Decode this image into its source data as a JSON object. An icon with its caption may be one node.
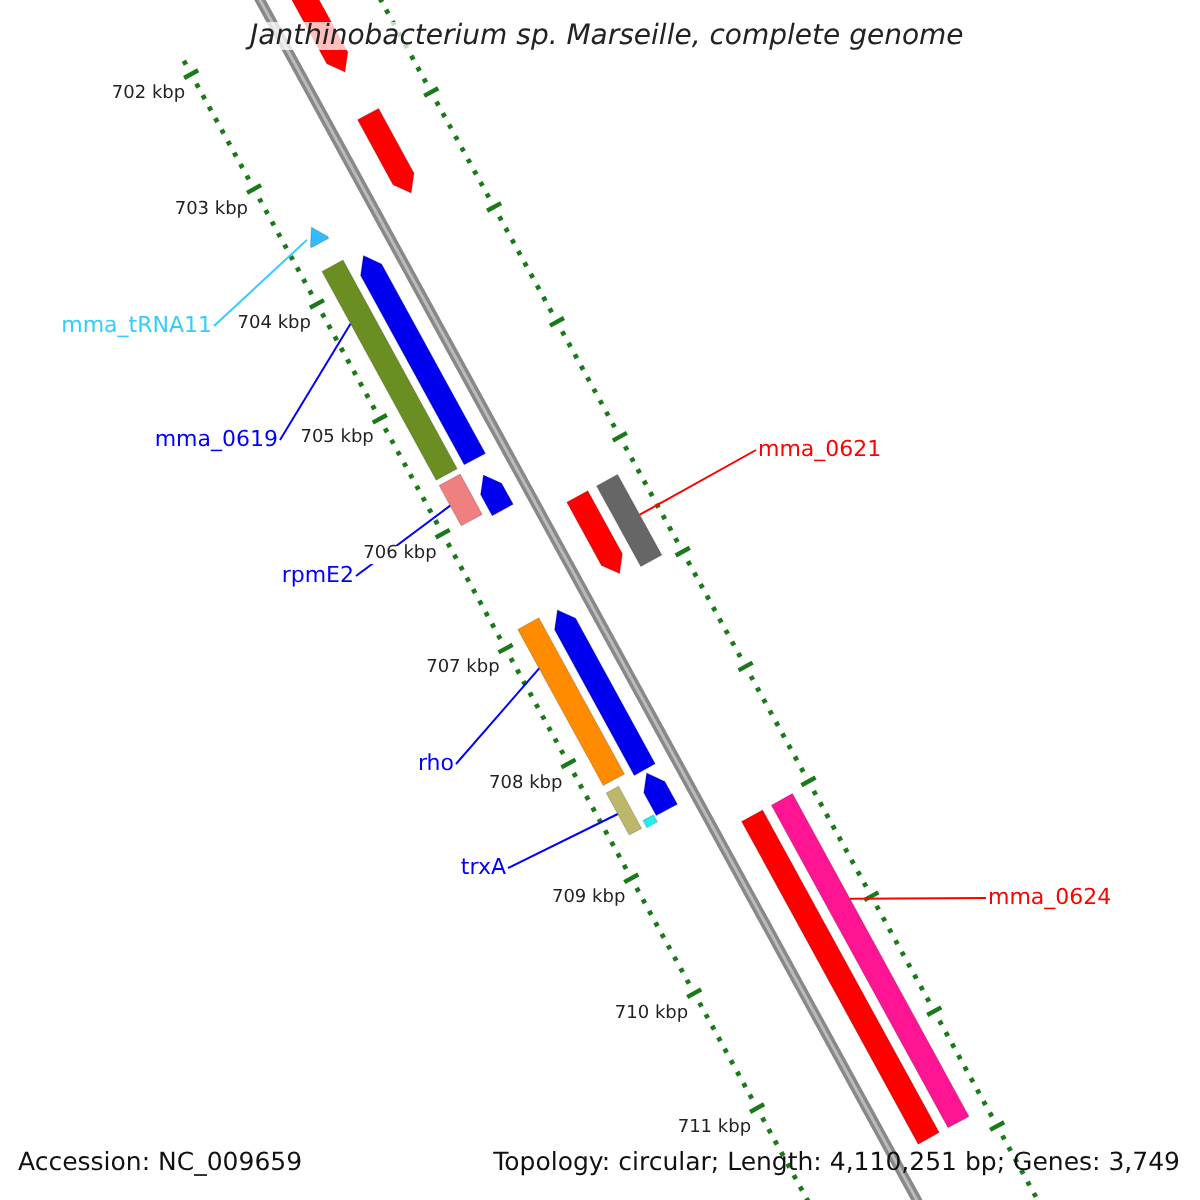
{
  "diagram": {
    "title": "Janthinobacterium sp. Marseille, complete genome",
    "nodes": [
      {
        "text": [
          "mma_tRNA11"
        ]
      },
      {
        "text": [],
        "shape": "triangle"
      },
      {
        "text": [
          "mma_0619"
        ]
      },
      {
        "text": [],
        "shape": "bar"
      },
      {
        "text": [
          "mma_0621"
        ]
      },
      {
        "text": [],
        "shape": "bar"
      },
      {
        "text": [
          "rpmE2"
        ]
      },
      {
        "text": [],
        "shape": "bar"
      },
      {
        "text": [
          "rho"
        ]
      },
      {
        "text": [],
        "shape": "bar"
      },
      {
        "text": [
          "trxA"
        ]
      },
      {
        "text": [],
        "shape": "bar"
      },
      {
        "text": [
          "mma_0624"
        ]
      },
      {
        "text": [],
        "shape": "bar"
      }
    ],
    "edges": [
      {
        "from": 0,
        "to": 1,
        "arrow": "none",
        "color": "#33ccff"
      },
      {
        "from": 2,
        "to": 3,
        "arrow": "none"
      },
      {
        "from": 4,
        "to": 5,
        "arrow": "none",
        "color": "#ff0000"
      },
      {
        "from": 6,
        "to": 7,
        "arrow": "none"
      },
      {
        "from": 8,
        "to": 9,
        "arrow": "none"
      },
      {
        "from": 10,
        "to": 11,
        "arrow": "none"
      },
      {
        "from": 12,
        "to": 13,
        "arrow": "none",
        "color": "#ff0000"
      }
    ],
    "labels": [
      "702 kbp",
      "703 kbp",
      "704 kbp",
      "705 kbp",
      "706 kbp",
      "707 kbp",
      "708 kbp",
      "709 kbp",
      "710 kbp",
      "711 kbp",
      "Accession: NC_009659",
      "Topology: circular; Length: 4,110,251 bp; Genes: 3,749"
    ]
  }
}
